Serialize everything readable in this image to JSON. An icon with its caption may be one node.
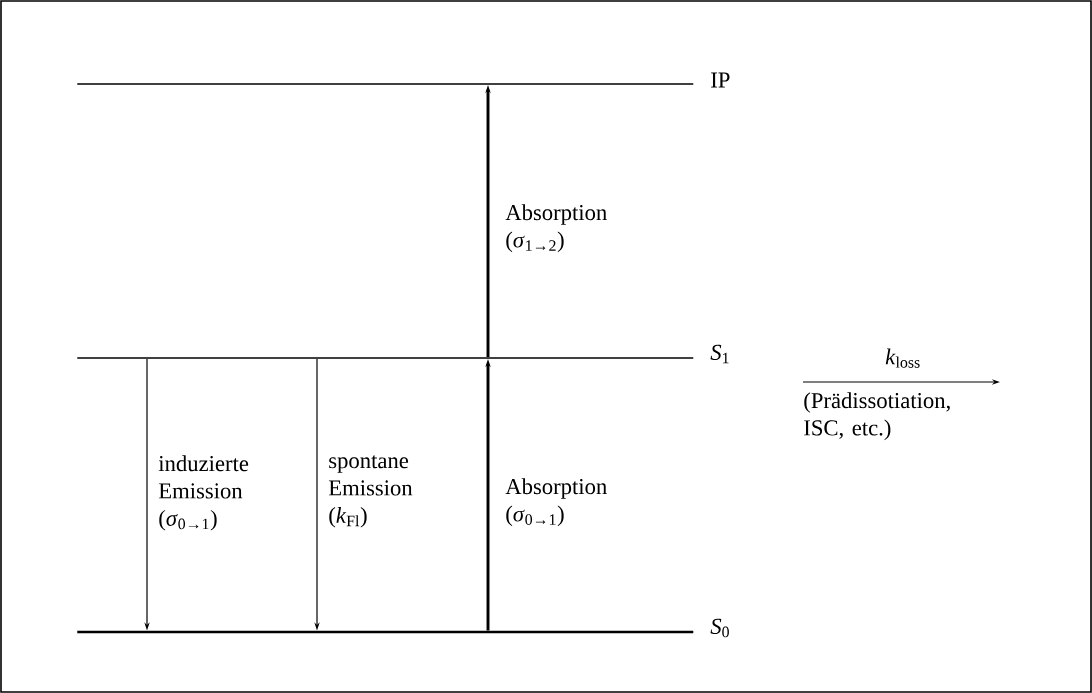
{
  "diagram": {
    "nodes": [
      {
        "text": [],
        "shape": "bar",
        "beside": [
          "IP"
        ]
      },
      {
        "text": [],
        "shape": "bar",
        "beside": [
          "*S*$_{1}$"
        ]
      },
      {
        "text": [],
        "shape": "bar",
        "beside": [
          "*S*$_{0}$"
        ]
      }
    ],
    "edges": [
      {
        "from": 1,
        "to": 2,
        "arrow": "to",
        "label": "induzierte Emission (*σ*$_{0→1}$)"
      },
      {
        "from": 1,
        "to": 2,
        "arrow": "to",
        "label": "spontane Emission (*k*$_{Fl}$)"
      },
      {
        "from": 2,
        "to": 1,
        "arrow": "to",
        "style": "thick",
        "label": "Absorption (*σ*$_{0→1}$)"
      },
      {
        "from": 1,
        "to": 0,
        "arrow": "to",
        "style": "thick",
        "label": "Absorption (*σ*$_{1→2}$)"
      }
    ],
    "labels": [
      "*k*$_{loss}$",
      "(Prädissotiation, ISC, etc.)"
    ]
  }
}
